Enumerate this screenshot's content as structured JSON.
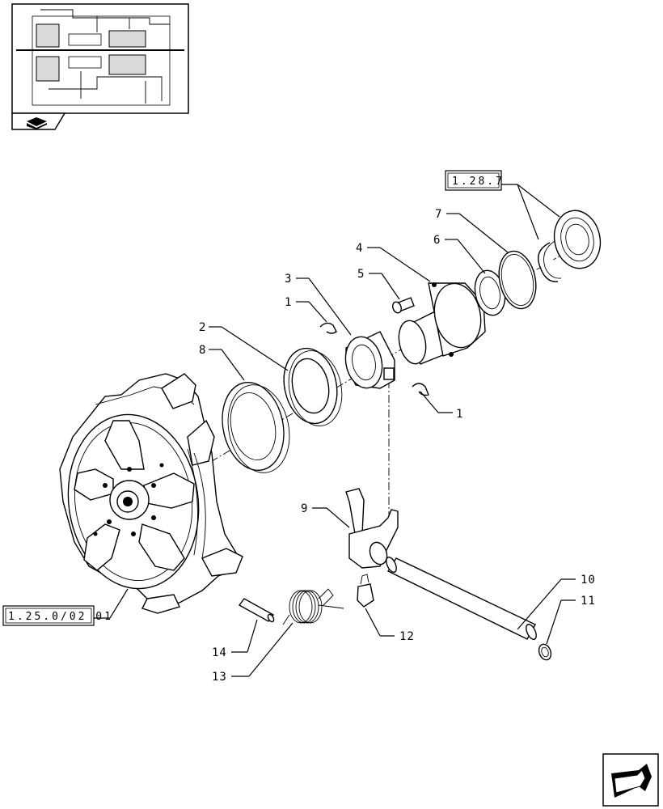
{
  "callouts": [
    {
      "id": "c1a",
      "text": "1"
    },
    {
      "id": "c1b",
      "text": "1"
    },
    {
      "id": "c2",
      "text": "2"
    },
    {
      "id": "c3",
      "text": "3"
    },
    {
      "id": "c4",
      "text": "4"
    },
    {
      "id": "c5",
      "text": "5"
    },
    {
      "id": "c6",
      "text": "6"
    },
    {
      "id": "c7",
      "text": "7"
    },
    {
      "id": "c8",
      "text": "8"
    },
    {
      "id": "c9",
      "text": "9"
    },
    {
      "id": "c10",
      "text": "10"
    },
    {
      "id": "c11",
      "text": "11"
    },
    {
      "id": "c12",
      "text": "12"
    },
    {
      "id": "c13",
      "text": "13"
    },
    {
      "id": "c14",
      "text": "14"
    }
  ],
  "references": {
    "ref_top": "1.28.7",
    "ref_left": "1.25.0/02 01"
  },
  "icons": {
    "thumbnail": "transmission-section-thumbnail",
    "thumbnail_tab": "book-arrow-icon",
    "nav": "next-page-arrow-icon"
  }
}
